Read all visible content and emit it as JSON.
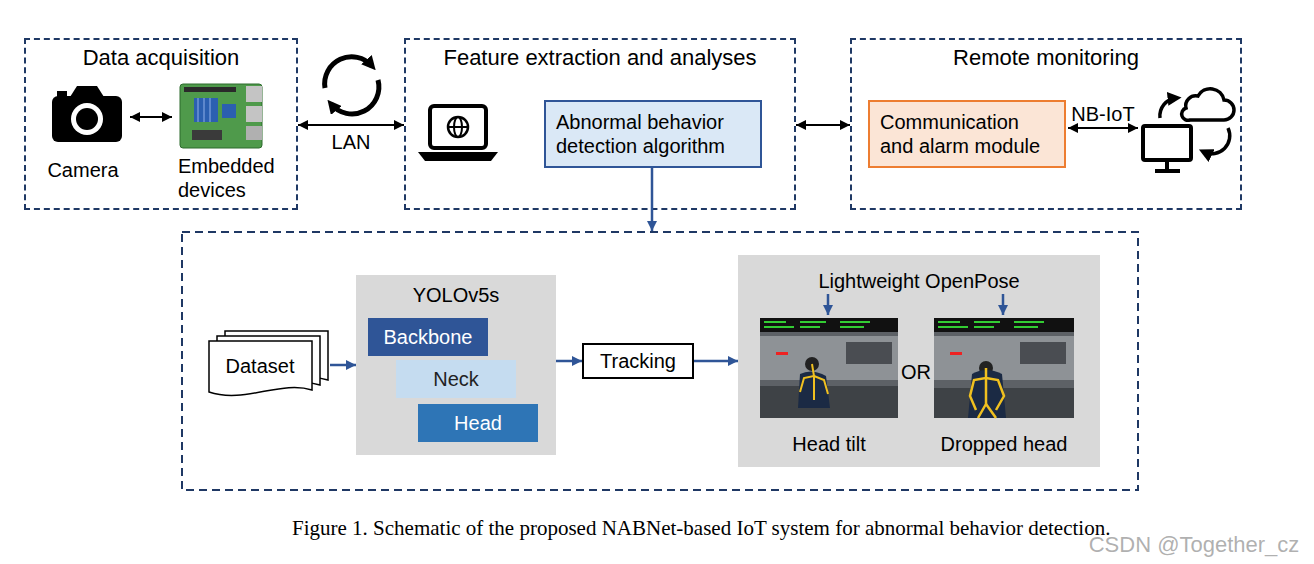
{
  "diagram": {
    "caption": "Figure 1. Schematic of the proposed NABNet-based IoT system for abnormal behavior detection.",
    "nodes": [
      {
        "text": [
          "Data acquisition"
        ]
      },
      {
        "text": [
          "Camera"
        ],
        "in": 0
      },
      {
        "text": [
          "Embedded devices"
        ],
        "in": 0
      },
      {
        "text": [
          "Feature extraction and analyses"
        ]
      },
      {
        "text": [
          "Abnormal behavior detection algorithm"
        ],
        "in": 3
      },
      {
        "text": [
          "Remote monitoring"
        ]
      },
      {
        "text": [
          "Communication and alarm module"
        ],
        "in": 5
      },
      {
        "text": [
          "Dataset"
        ]
      },
      {
        "text": [
          "YOLOv5s"
        ]
      },
      {
        "text": [
          "Backbone"
        ],
        "in": 8
      },
      {
        "text": [
          "Neck"
        ],
        "in": 8
      },
      {
        "text": [
          "Head"
        ],
        "in": 8
      },
      {
        "text": [
          "Tracking"
        ]
      },
      {
        "text": [
          "Lightweight OpenPose"
        ]
      },
      {
        "text": [
          "Head tilt"
        ],
        "in": 13
      },
      {
        "text": [
          "Dropped head"
        ],
        "in": 13
      }
    ],
    "edges": [
      {
        "from": 1,
        "to": 2,
        "arrow": "both"
      },
      {
        "from": 0,
        "to": 3,
        "label": "LAN",
        "arrow": "both"
      },
      {
        "from": 3,
        "to": 5,
        "arrow": "both"
      },
      {
        "from": 7,
        "to": 8,
        "arrow": "to"
      },
      {
        "from": 8,
        "to": 12,
        "arrow": "to"
      },
      {
        "from": 12,
        "to": 13,
        "arrow": "to"
      }
    ],
    "labels": [
      "NB-IoT",
      "OR",
      "CSDN @Together_cz"
    ]
  }
}
